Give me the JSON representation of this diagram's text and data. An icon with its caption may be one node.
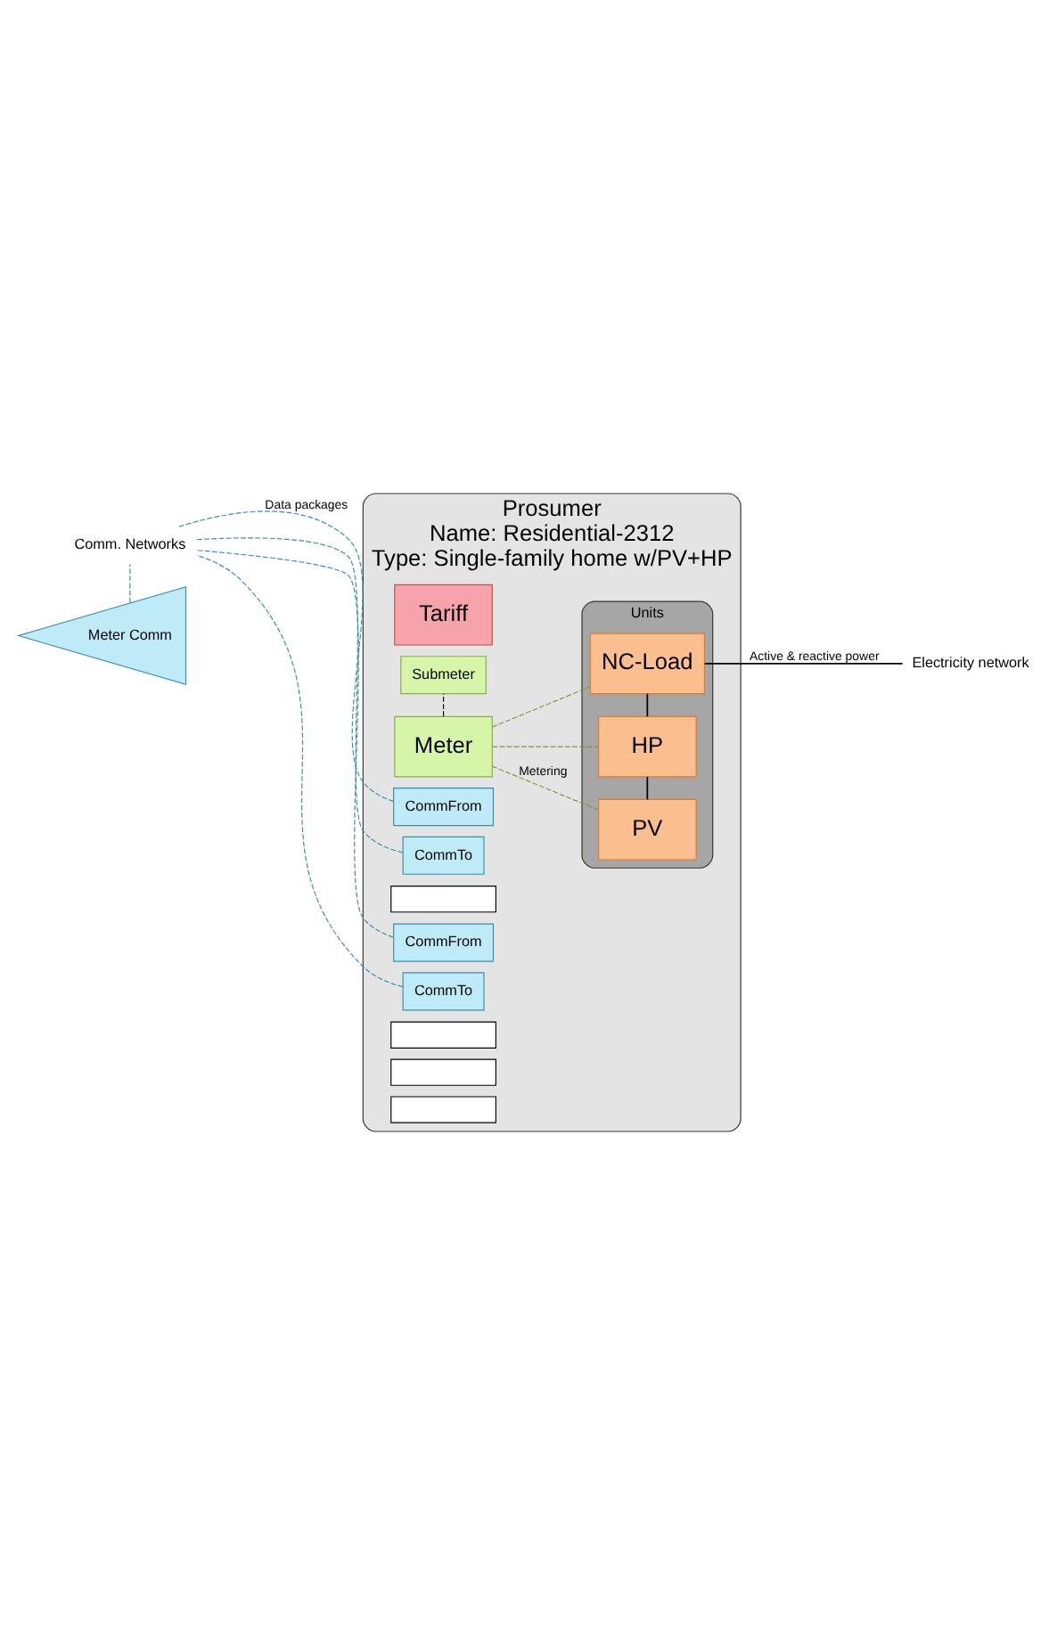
{
  "diagram": {
    "nodes": [
      {
        "text": [
          "Prosumer",
          "Name: Residential-2312",
          "Type: Single-family home w/PV+HP"
        ]
      },
      {
        "text": [
          "Tariff"
        ],
        "in": 0
      },
      {
        "text": [
          "Meter"
        ],
        "in": 0
      },
      {
        "text": [
          "Meter Comm"
        ]
      },
      {
        "text": [
          "Units"
        ],
        "in": 0
      },
      {
        "text": [
          "Submeter"
        ],
        "in": 0
      },
      {
        "text": [
          "CommFrom"
        ],
        "in": 0
      },
      {
        "text": [
          "CommTo"
        ],
        "in": 0
      },
      {
        "text": [
          "PV"
        ],
        "in": 4
      },
      {
        "text": [],
        "shape": "box",
        "in": 0
      },
      {
        "text": [
          "CommFrom"
        ],
        "in": 0
      },
      {
        "text": [
          "CommTo"
        ],
        "in": 0
      },
      {
        "text": [
          "HP"
        ],
        "in": 4
      },
      {
        "text": [],
        "shape": "box",
        "in": 0
      },
      {
        "text": [],
        "shape": "box",
        "in": 0
      },
      {
        "text": [],
        "shape": "box",
        "in": 0
      },
      {
        "text": [
          "NC-Load"
        ],
        "in": 4
      },
      {
        "text": [
          "Comm. Networks"
        ]
      },
      {
        "text": [
          "Electricity network"
        ]
      }
    ],
    "edges": [
      {
        "from": 3,
        "to": 17,
        "arrow": "none",
        "style": "dashed",
        "color": "#3a8fa8"
      },
      {
        "from": 2,
        "to": 5,
        "arrow": "none",
        "style": "dashed",
        "color": "#000000"
      },
      {
        "from": 2,
        "to": 8,
        "arrow": "none",
        "style": "dashed",
        "color": "#7a9a3a",
        "label": "Metering"
      },
      {
        "from": 2,
        "to": 12,
        "arrow": "none",
        "style": "dashed",
        "color": "#7a9a3a"
      },
      {
        "from": 2,
        "to": 16,
        "arrow": "none",
        "style": "dashed",
        "color": "#7a9a3a"
      },
      {
        "from": 6,
        "to": 17,
        "arrow": "none",
        "style": "dashed",
        "color": "#3a8fa8",
        "label": "Data packages"
      },
      {
        "from": 7,
        "to": 17,
        "arrow": "none",
        "style": "dashed",
        "color": "#3a8fa8"
      },
      {
        "from": 10,
        "to": 17,
        "arrow": "none",
        "style": "dashed",
        "color": "#3a8fa8"
      },
      {
        "from": 11,
        "to": 17,
        "arrow": "none",
        "style": "dashed",
        "color": "#3a8fa8"
      },
      {
        "from": 8,
        "to": 12,
        "arrow": "none",
        "color": "#000000"
      },
      {
        "from": 12,
        "to": 16,
        "arrow": "none",
        "color": "#000000"
      },
      {
        "from": 16,
        "to": 18,
        "arrow": "none",
        "color": "#000000",
        "label": "Active & reactive power"
      }
    ]
  }
}
